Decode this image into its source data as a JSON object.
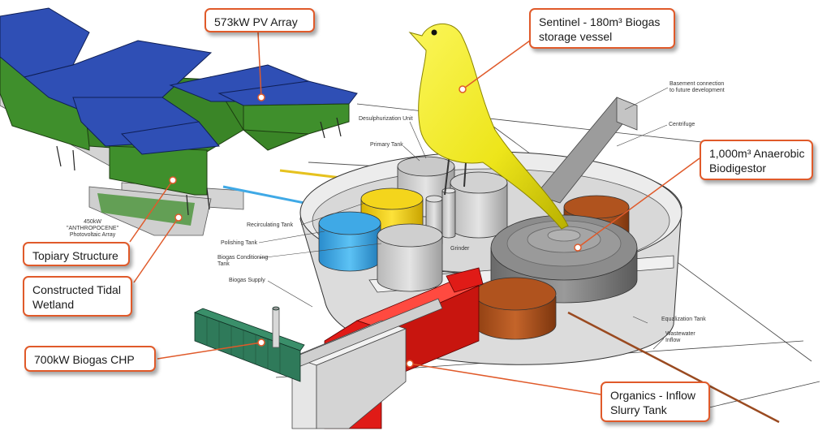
{
  "callouts": {
    "pv_array": "573kW PV Array",
    "sentinel_line1": "Sentinel - 180m³ Biogas",
    "sentinel_line2": "storage vessel",
    "digestor_line1": "1,000m³ Anaerobic",
    "digestor_line2": "Biodigestor",
    "topiary": "Topiary Structure",
    "wetland_line1": "Constructed Tidal",
    "wetland_line2": "Wetland",
    "chp": "700kW Biogas CHP",
    "organics_line1": "Organics - Inflow",
    "organics_line2": "Slurry Tank"
  },
  "labels": {
    "basement_line1": "Basement connection",
    "basement_line2": "to future development",
    "desulph": "Desulphurization Unit",
    "primary": "Primary Tank",
    "centrifuge": "Centrifuge",
    "pv_small_line1": "450kW",
    "pv_small_line2": "\"ANTHROPOCENE\"",
    "pv_small_line3": "Photovoltaic Array",
    "recirc": "Recirculating Tank",
    "polishing": "Polishing Tank",
    "conditioning_line1": "Biogas Conditioning",
    "conditioning_line2": "Tank",
    "grinder": "Grinder",
    "supply": "Biogas Supply",
    "equalization": "Equalization Tank",
    "wastewater_line1": "Wastewater",
    "wastewater_line2": "Inflow"
  },
  "colors": {
    "callout_border": "#e05a2a",
    "leader_line": "#e05a2a",
    "pv_top": "#2f4fb5",
    "pv_side": "#3f8f2c",
    "bird": "#f2ee1f",
    "yellow_tank": "#f4d51c",
    "blue_tank": "#3fa9e6",
    "rust_tank": "#b0531e",
    "grey_tank": "#8c8c8c",
    "red_slurry": "#e01b17",
    "chp_green": "#2f7a5a"
  }
}
